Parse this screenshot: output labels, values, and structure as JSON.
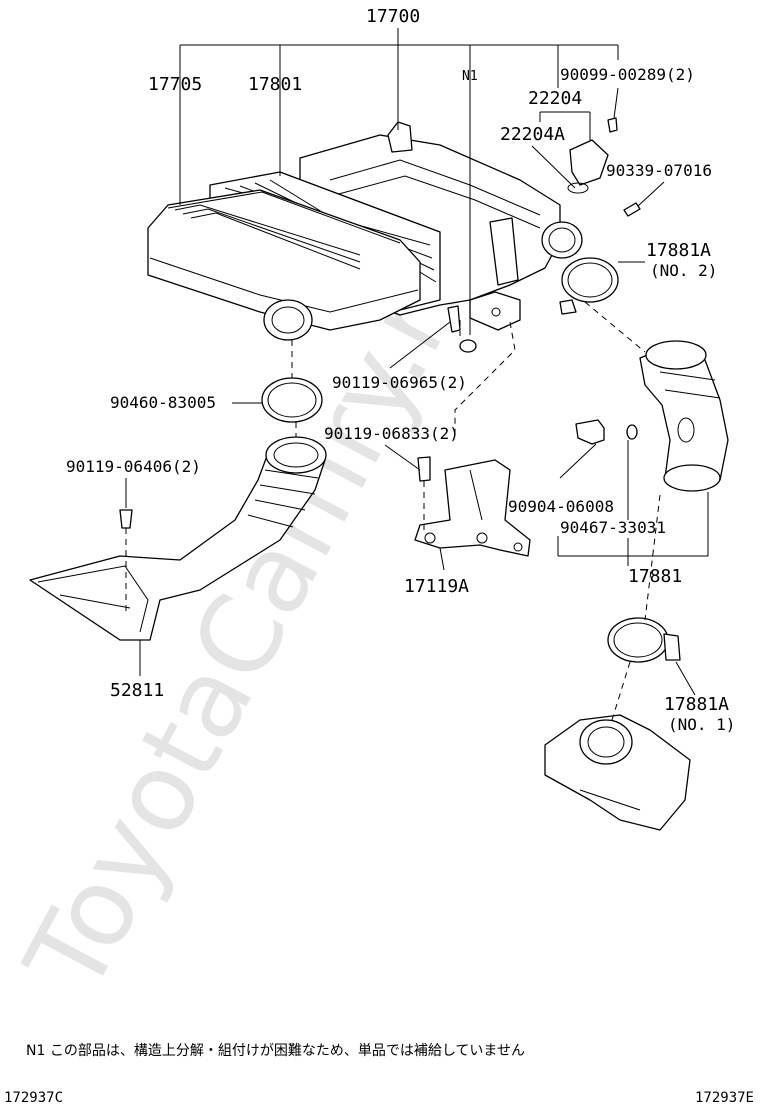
{
  "watermark": "ToyotaCamry.ru",
  "parts": {
    "p17700": "17700",
    "p17705": "17705",
    "p17801": "17801",
    "n1": "N1",
    "p22204": "22204",
    "p22204a": "22204A",
    "p90099": "90099-00289(2)",
    "p90339": "90339-07016",
    "p17881a_top": "17881A",
    "no2": "(NO. 2)",
    "p90119_06965": "90119-06965(2)",
    "p90460": "90460-83005",
    "p90119_06833": "90119-06833(2)",
    "p90119_06406": "90119-06406(2)",
    "p90904": "90904-06008",
    "p90467": "90467-33031",
    "p17881": "17881",
    "p17119a": "17119A",
    "p52811": "52811",
    "p17881a_bot": "17881A",
    "no1": "(NO. 1)"
  },
  "footnote": "N1 この部品は、構造上分解・組付けが困難なため、単品では補給していません",
  "code_left": "172937C",
  "code_right": "172937E"
}
